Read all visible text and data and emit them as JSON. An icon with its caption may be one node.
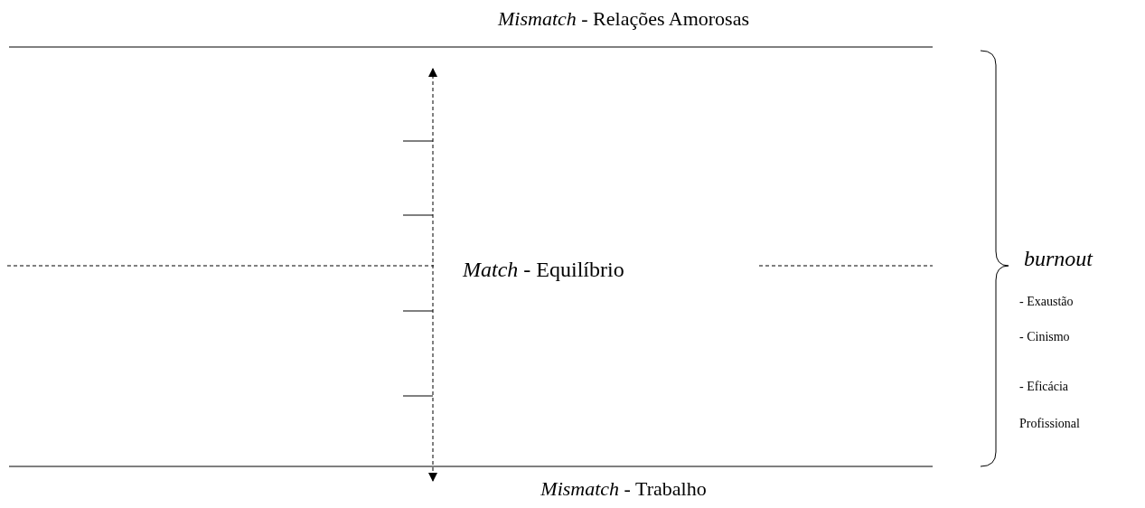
{
  "diagram": {
    "labels": [
      "*Mismatch* - Relações Amorosas",
      "*Match* - Equilíbrio",
      "*Mismatch* - Trabalho",
      "burnout",
      "- Exaustão",
      "- Cinismo",
      "- Eficácia Profissional"
    ]
  }
}
